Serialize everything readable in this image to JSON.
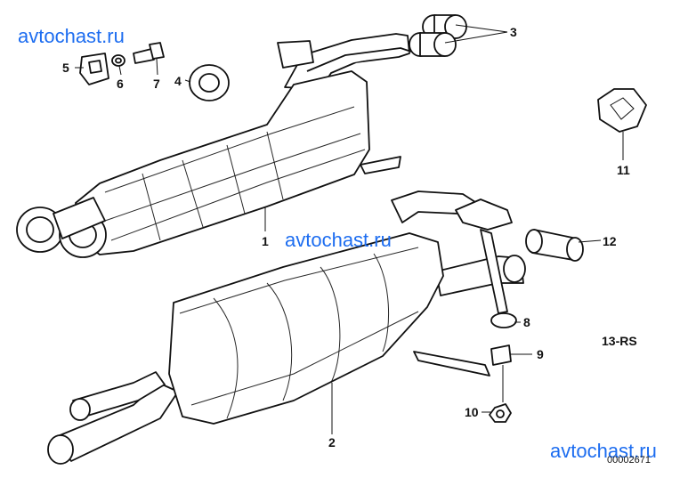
{
  "watermarks": [
    "avtochast.ru",
    "avtochast.ru",
    "avtochast.ru"
  ],
  "callouts": [
    "1",
    "2",
    "3",
    "4",
    "5",
    "6",
    "7",
    "8",
    "9",
    "10",
    "11",
    "12"
  ],
  "variant_label": "13-RS",
  "drawing_code": "00002671"
}
